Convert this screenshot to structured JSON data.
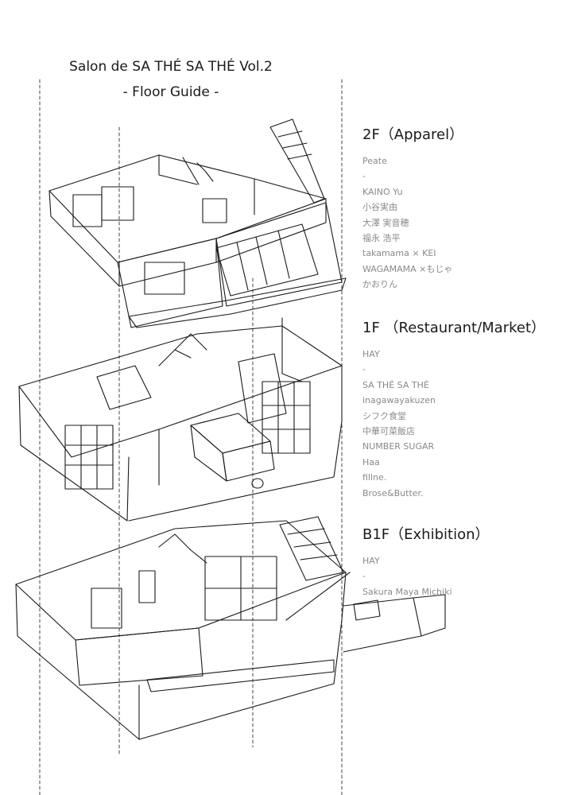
{
  "header": {
    "title": "Salon de SA THÉ SA THÉ Vol.2",
    "subtitle": "- Floor Guide -"
  },
  "floors": [
    {
      "heading": "2F（Apparel）",
      "tenants": [
        "Peate",
        "-",
        "KAINO Yu",
        "小谷実由",
        "大澤 実音穂",
        "福永 浩平",
        "takamama × KEI",
        "WAGAMAMA ×もじゃ",
        "かおりん"
      ]
    },
    {
      "heading": "1F （Restaurant/Market）",
      "tenants": [
        "HAY",
        "-",
        "SA THÉ SA THÉ",
        "inagawayakuzen",
        "シフク食堂",
        "中華可菜飯店",
        "NUMBER SUGAR",
        "Haa",
        "fillne.",
        "Brose&Butter."
      ]
    },
    {
      "heading": "B1F（Exhibition）",
      "tenants": [
        "HAY",
        "-",
        "Sakura Maya Michiki"
      ]
    }
  ],
  "colors": {
    "text": "#1a1a1a",
    "tenant_text": "#8a8a8a",
    "line": "#1a1a1a"
  }
}
